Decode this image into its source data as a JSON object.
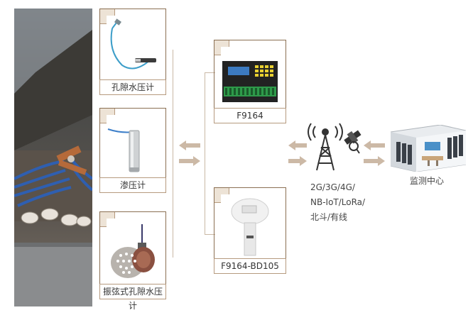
{
  "sensors": {
    "s1": "孔隙水压计",
    "s2": "渗压计",
    "s3": "振弦式孔隙水压计"
  },
  "loggers": {
    "l1": "F9164",
    "l2": "F9164-BD105"
  },
  "network": {
    "line1": "2G/3G/4G/",
    "line2": "NB-IoT/LoRa/",
    "line3": "北斗/有线"
  },
  "center": {
    "label": "监测中心"
  },
  "colors": {
    "card_bg": "#f5efe7",
    "card_border": "#8b6f52",
    "arrow": "#ccb9a6",
    "connector": "#c9b8a5"
  }
}
